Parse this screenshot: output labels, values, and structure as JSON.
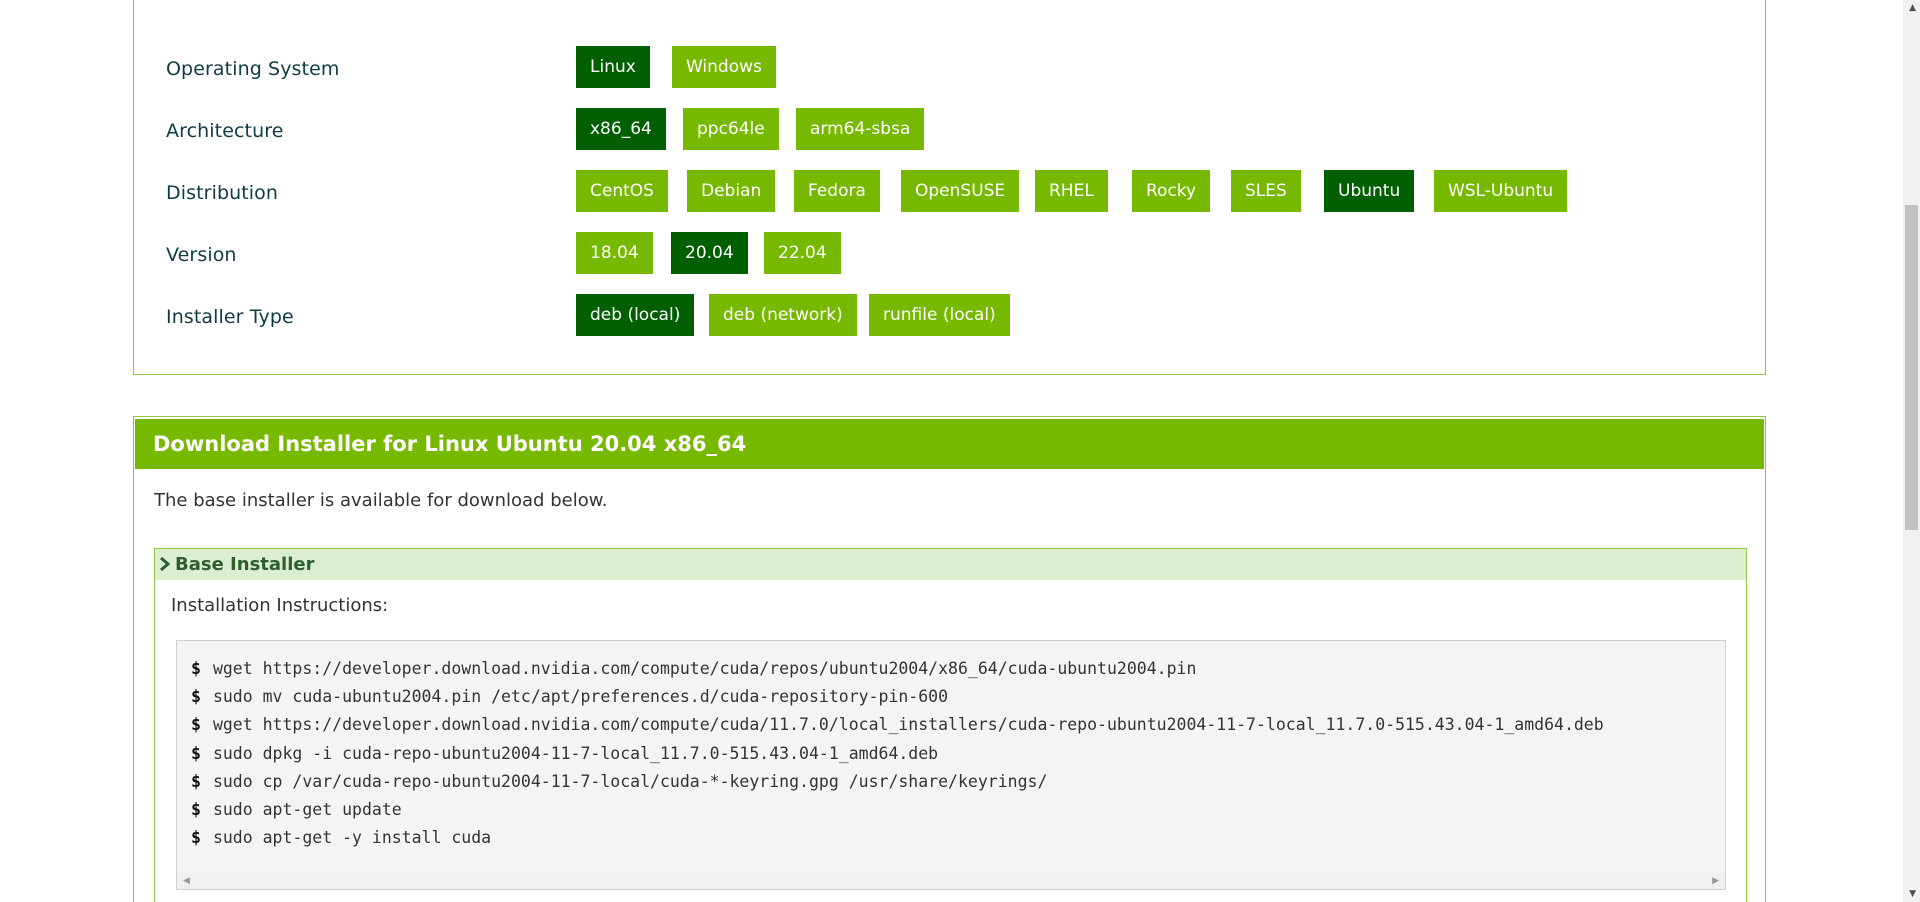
{
  "selectors": {
    "os": {
      "label": "Operating System",
      "options": [
        "Linux",
        "Windows"
      ],
      "selected": "Linux"
    },
    "arch": {
      "label": "Architecture",
      "options": [
        "x86_64",
        "ppc64le",
        "arm64-sbsa"
      ],
      "selected": "x86_64"
    },
    "distro": {
      "label": "Distribution",
      "options": [
        "CentOS",
        "Debian",
        "Fedora",
        "OpenSUSE",
        "RHEL",
        "Rocky",
        "SLES",
        "Ubuntu",
        "WSL-Ubuntu"
      ],
      "selected": "Ubuntu"
    },
    "version": {
      "label": "Version",
      "options": [
        "18.04",
        "20.04",
        "22.04"
      ],
      "selected": "20.04"
    },
    "installer": {
      "label": "Installer Type",
      "options": [
        "deb (local)",
        "deb (network)",
        "runfile (local)"
      ],
      "selected": "deb (local)"
    }
  },
  "download": {
    "header": "Download Installer for Linux Ubuntu 20.04 x86_64",
    "note": "The base installer is available for download below.",
    "accordion_title": "Base Installer",
    "instructions_label": "Installation Instructions:",
    "prompt": "$",
    "commands": [
      "wget https://developer.download.nvidia.com/compute/cuda/repos/ubuntu2004/x86_64/cuda-ubuntu2004.pin",
      "sudo mv cuda-ubuntu2004.pin /etc/apt/preferences.d/cuda-repository-pin-600",
      "wget https://developer.download.nvidia.com/compute/cuda/11.7.0/local_installers/cuda-repo-ubuntu2004-11-7-local_11.7.0-515.43.04-1_amd64.deb",
      "sudo dpkg -i cuda-repo-ubuntu2004-11-7-local_11.7.0-515.43.04-1_amd64.deb",
      "sudo cp /var/cuda-repo-ubuntu2004-11-7-local/cuda-*-keyring.gpg /usr/share/keyrings/",
      "sudo apt-get update",
      "sudo apt-get -y install cuda"
    ]
  },
  "colors": {
    "brand_green": "#76b900",
    "selected_green": "#005f00",
    "accordion_bg": "#dbeed0"
  },
  "icons": {
    "accordion": "chevron-right-icon",
    "scroll_up": "scroll-up-arrow-icon",
    "scroll_down": "scroll-down-arrow-icon",
    "scroll_left": "scroll-left-arrow-icon",
    "scroll_right": "scroll-right-arrow-icon"
  }
}
